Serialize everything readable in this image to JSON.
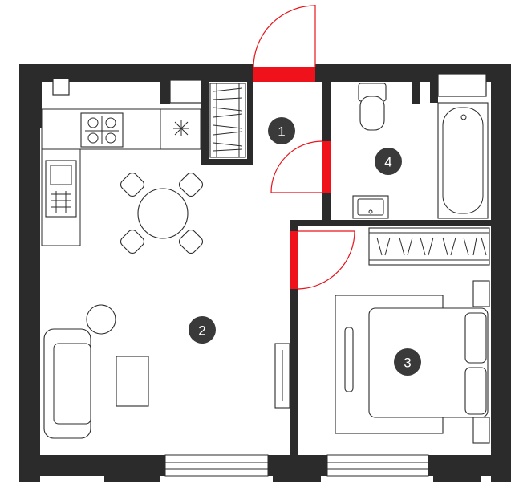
{
  "rooms": [
    {
      "id": "1",
      "label": "1"
    },
    {
      "id": "2",
      "label": "2"
    },
    {
      "id": "3",
      "label": "3"
    },
    {
      "id": "4",
      "label": "4"
    }
  ],
  "colors": {
    "wall": "#2b2b2b",
    "door_accent": "#e8141b",
    "badge": "#3a3a3a",
    "background": "#ffffff"
  },
  "icons": [
    "stove-icon",
    "fan-icon",
    "sink-icon",
    "toilet-icon",
    "bathtub-icon",
    "bed-icon",
    "sofa-icon",
    "dining-table-icon",
    "tv-icon",
    "wardrobe-icon"
  ]
}
